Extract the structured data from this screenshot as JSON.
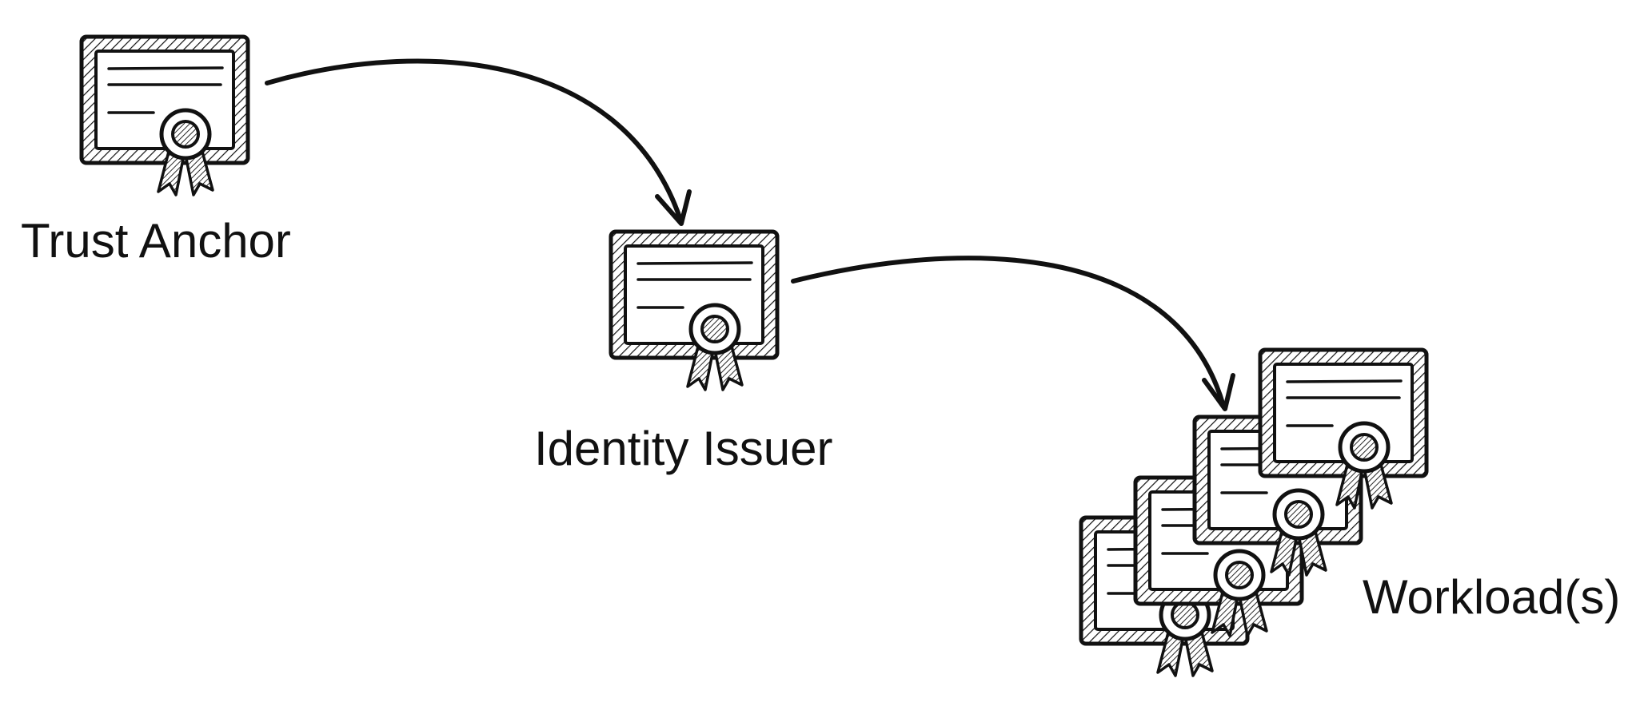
{
  "nodes": {
    "trust_anchor": {
      "label": "Trust Anchor"
    },
    "identity_issuer": {
      "label": "Identity Issuer"
    },
    "workloads": {
      "label": "Workload(s)"
    }
  },
  "edges": [
    {
      "from": "Trust Anchor",
      "to": "Identity Issuer"
    },
    {
      "from": "Identity Issuer",
      "to": "Workload(s)"
    }
  ],
  "colors": {
    "ink": "#111111",
    "paper": "#ffffff"
  }
}
